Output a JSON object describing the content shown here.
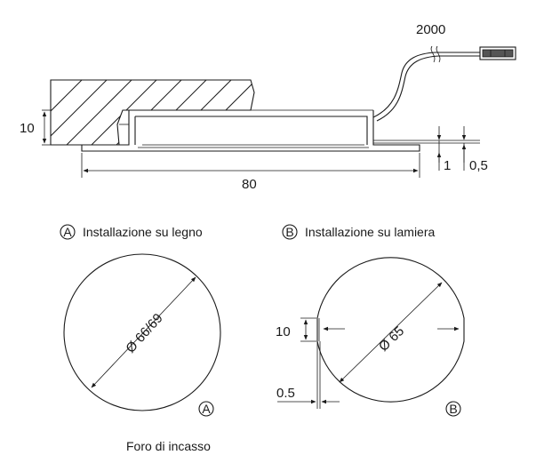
{
  "section_view": {
    "cable_length": "2000",
    "height_label": "10",
    "width_label": "80",
    "offset_label_1": "1",
    "offset_label_2": "0,5"
  },
  "variant_a": {
    "marker": "A",
    "caption": "Installazione su legno",
    "diameter_label": "Ø 66/69"
  },
  "variant_b": {
    "marker": "B",
    "caption": "Installazione su lamiera",
    "diameter_label": "Ø 65",
    "notch_height_label": "10",
    "notch_width_label": "0.5"
  },
  "footer": {
    "caption": "Foro di incasso"
  }
}
